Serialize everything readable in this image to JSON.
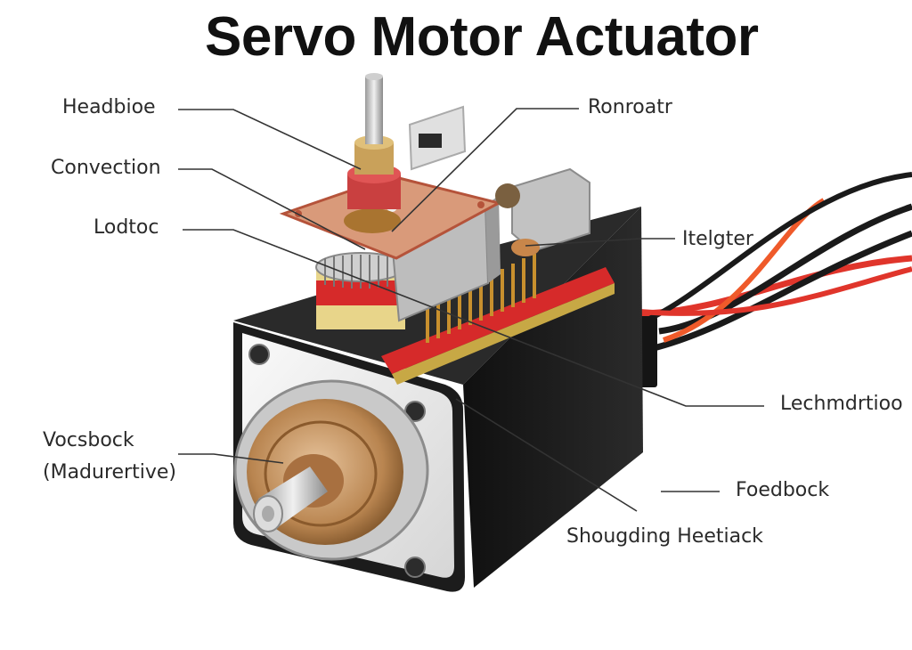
{
  "title": "Servo Motor Actuator",
  "labels": {
    "headbioe": "Headbioe",
    "convection": "Convection",
    "lodtoc": "Lodtoc",
    "vocsbock_line1": "Vocsbock",
    "vocsbock_line2": "(Madurertive)",
    "ronroatr": "Ronroatr",
    "itelgter": "Itelgter",
    "lechmdrtioo": "Lechmdrtioo",
    "foedbock": "Foedbock",
    "shougding": "Shougding Hеetiack"
  },
  "colors": {
    "housing": "#1b1b1b",
    "faceplate": "#f2f2f2",
    "copper": "#b87a45",
    "pcb_red": "#d62a2a",
    "gear_gold": "#c8902e",
    "wire_red": "#e0352b",
    "wire_black": "#1a1a1a"
  }
}
